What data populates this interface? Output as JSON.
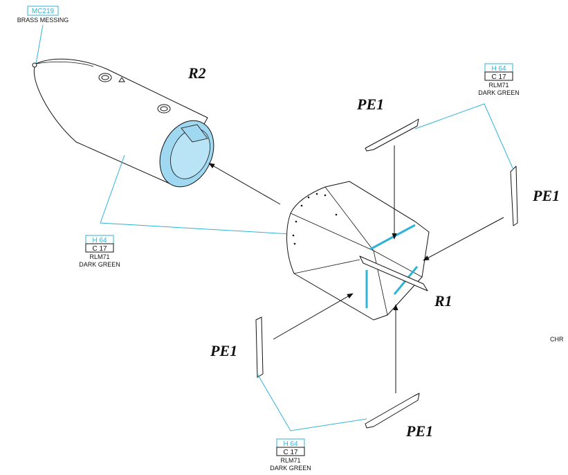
{
  "colors": {
    "leader": "#2fb3d6",
    "highlight_fill": "#9fd8f0",
    "line": "#111111"
  },
  "labels": {
    "r1": "R1",
    "r2": "R2",
    "pe1": "PE1"
  },
  "paint_mc219": {
    "code": "MC219",
    "name": "BRASS MESSING"
  },
  "paint_rlm71": {
    "h_code": "H 64",
    "c_code": "C 17",
    "rlm": "RLM71",
    "name": "DARK GREEN"
  },
  "edge_text": "CHR"
}
